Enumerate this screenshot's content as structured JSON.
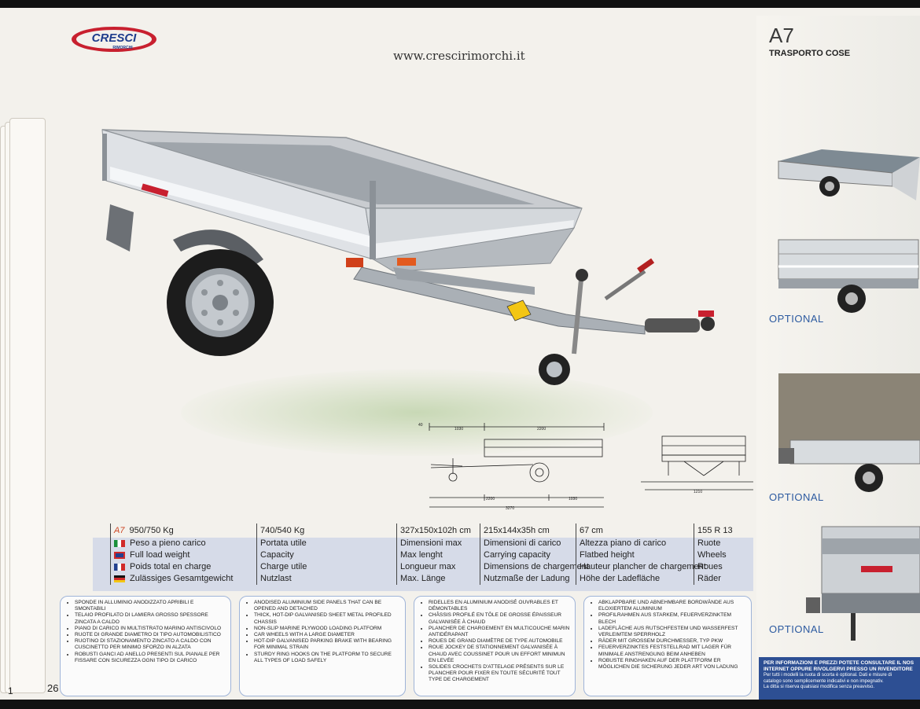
{
  "brand": {
    "logo_text": "CRESCI",
    "logo_sub": "RIMORCHI"
  },
  "url": "www.crescirimorchi.it",
  "model": {
    "code": "A7",
    "subtitle": "TRASPORTO COSE"
  },
  "page_number": "26",
  "page_number_left": "1",
  "optional_labels": [
    "OPTIONAL",
    "OPTIONAL",
    "OPTIONAL"
  ],
  "dimensions": {
    "top": [
      "40",
      "1030",
      "2200"
    ],
    "bottom": [
      "2200",
      "1030",
      "3270"
    ],
    "width": "1210"
  },
  "specs": {
    "model_tag": "A7",
    "columns": [
      {
        "value": "950/750 Kg",
        "labels": [
          "Peso a pieno carico",
          "Full load weight",
          "Poids total en charge",
          "Zulässiges Gesamtgewicht"
        ]
      },
      {
        "value": "740/540 Kg",
        "labels": [
          "Portata utile",
          "Capacity",
          "Charge utile",
          "Nutzlast"
        ]
      },
      {
        "value": "327x150x102h cm",
        "labels": [
          "Dimensioni max",
          "Max lenght",
          "Longueur max",
          "Max. Länge"
        ]
      },
      {
        "value": "215x144x35h cm",
        "labels": [
          "Dimensioni di carico",
          "Carrying capacity",
          "Dimensions de chargement",
          "Nutzmaße der Ladung"
        ]
      },
      {
        "value": "67 cm",
        "labels": [
          "Altezza piano di carico",
          "Flatbed height",
          "Hauteur plancher de chargement",
          "Höhe der Ladefläche"
        ]
      },
      {
        "value": "155 R 13",
        "labels": [
          "Ruote",
          "Wheels",
          "Roues",
          "Räder"
        ]
      }
    ]
  },
  "features": {
    "it": [
      "SPONDE IN ALLUMINIO ANODIZZATO APRIBILI E SMONTABILI",
      "TELAIO PROFILATO DI LAMIERA GROSSO SPESSORE ZINCATA A CALDO",
      "PIANO DI CARICO IN MULTISTRATO MARINO ANTISCIVOLO",
      "RUOTE DI GRANDE DIAMETRO DI TIPO AUTOMOBILISTICO",
      "RUOTINO DI STAZIONAMENTO ZINCATO A CALDO CON CUSCINETTO PER MINIMO SFORZO IN ALZATA",
      "ROBUSTI GANCI AD ANELLO PRESENTI SUL PIANALE PER FISSARE CON SICUREZZA OGNI TIPO DI CARICO"
    ],
    "en": [
      "ANODISED ALUMINIUM SIDE PANELS THAT CAN BE OPENED AND DETACHED",
      "THICK, HOT-DIP GALVANISED SHEET METAL PROFILED CHASSIS",
      "NON-SLIP MARINE PLYWOOD LOADING PLATFORM",
      "CAR WHEELS WITH A LARGE DIAMETER",
      "HOT-DIP GALVANISED PARKING BRAKE WITH BEARING FOR MINIMAL STRAIN",
      "STURDY RING HOOKS ON THE PLATFORM TO SECURE ALL TYPES OF LOAD SAFELY"
    ],
    "fr": [
      "RIDELLES EN ALUMINIUM ANODISÉ OUVRABLES ET DÉMONTABLES",
      "CHÂSSIS PROFILÉ EN TÔLE DE GROSSE ÉPAISSEUR GALVANISÉE À CHAUD",
      "PLANCHER DE CHARGEMENT EN MULTICOUCHE MARIN ANTIDÉRAPANT",
      "ROUES DE GRAND DIAMÈTRE DE TYPE AUTOMOBILE",
      "ROUE JOCKEY DE STATIONNEMENT GALVANISÉE À CHAUD AVEC COUSSINET POUR UN EFFORT MINIMUN EN LEVÉE",
      "SOLIDES CROCHETS D'ATTELAGE PRÉSENTS SUR LE PLANCHER POUR FIXER EN TOUTE SÉCURITÉ TOUT TYPE DE CHARGEMENT"
    ],
    "de": [
      "ABKLAPPBARE UND ABNEHMBARE BORDWÄNDE AUS ELOXIERTEM ALUMINIUM",
      "PROFILRAHMEN AUS STARKEM, FEUERVERZINKTEM BLECH",
      "LADEFLÄCHE AUS RUTSCHFESTEM UND WASSERFEST VERLEIMTEM SPERRHOLZ",
      "RÄDER MIT GROSSEM DURCHMESSER, TYP PKW",
      "FEUERVERZINKTES FESTSTELLRAD MIT LAGER FÜR MINIMALE ANSTRENGUNG BEIM ANHEBEN",
      "ROBUSTE RINGHAKEN AUF DER PLATTFORM ER MÖGLICHEN DIE SICHERUNG JEDER ART VON LADUNG"
    ]
  },
  "info": {
    "line1": "PER INFORMAZIONI E PREZZI POTETE CONSULTARE IL NOS",
    "line2": "INTERNET OPPURE RIVOLGERVI PRESSO UN RIVENDITORE",
    "line3": "Per tutti i modelli la ruota di scorta è optional. Dati e misure di",
    "line4": "catalogo sono semplicemente indicativi e non impegnativ.",
    "line5": "La ditta si riserva qualsiasi modifica senza preavviso."
  },
  "colors": {
    "accent": "#2d4f93",
    "brand_red": "#c8202f",
    "band": "#d6dbe8"
  }
}
